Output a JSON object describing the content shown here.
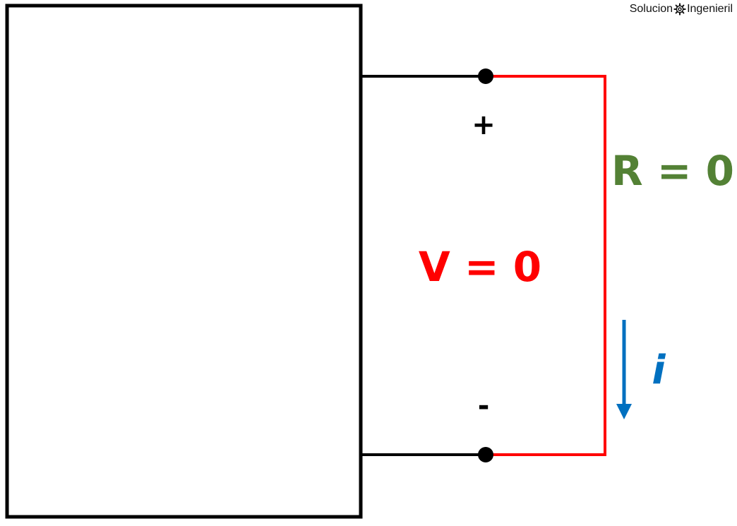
{
  "watermark": {
    "left": "Solucion",
    "right": "Ingenieril",
    "icon": "gear-icon"
  },
  "labels": {
    "plus": "+",
    "minus": "-",
    "resistance": "R = 0",
    "voltage": "V = 0",
    "current": "i"
  },
  "colors": {
    "wire_black": "#000000",
    "short_wire": "#ff0000",
    "resistance_label": "#538135",
    "voltage_label": "#ff0000",
    "current_arrow": "#0070c0"
  }
}
